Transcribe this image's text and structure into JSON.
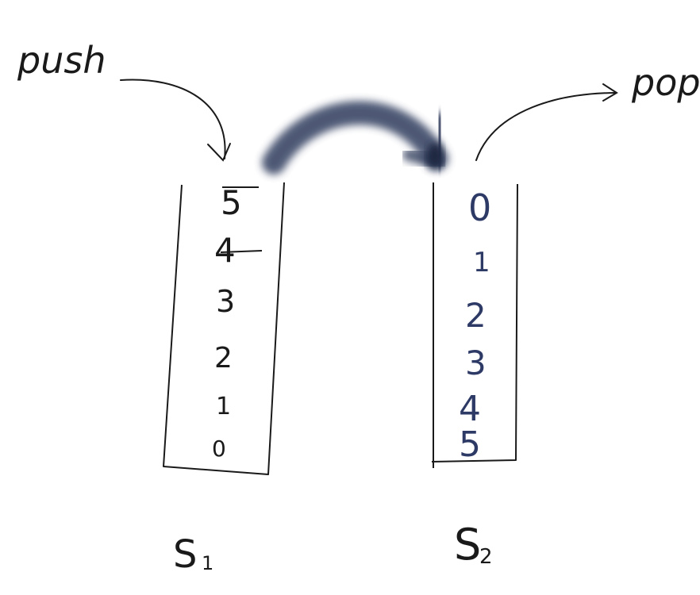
{
  "labels": {
    "push": "push",
    "pop": "pop",
    "stack1": "S",
    "stack1_sub": "1",
    "stack2": "S",
    "stack2_sub": "2"
  },
  "stack1": {
    "items_top_to_bottom": [
      "5",
      "4",
      "3",
      "2",
      "1",
      "0"
    ]
  },
  "stack2": {
    "items_top_to_bottom": [
      "0",
      "1",
      "2",
      "3",
      "4",
      "5"
    ]
  },
  "colors": {
    "ink": "#1a1a1a",
    "blue_ink": "#2e3a66",
    "transfer_arrow": "#3b4766"
  }
}
